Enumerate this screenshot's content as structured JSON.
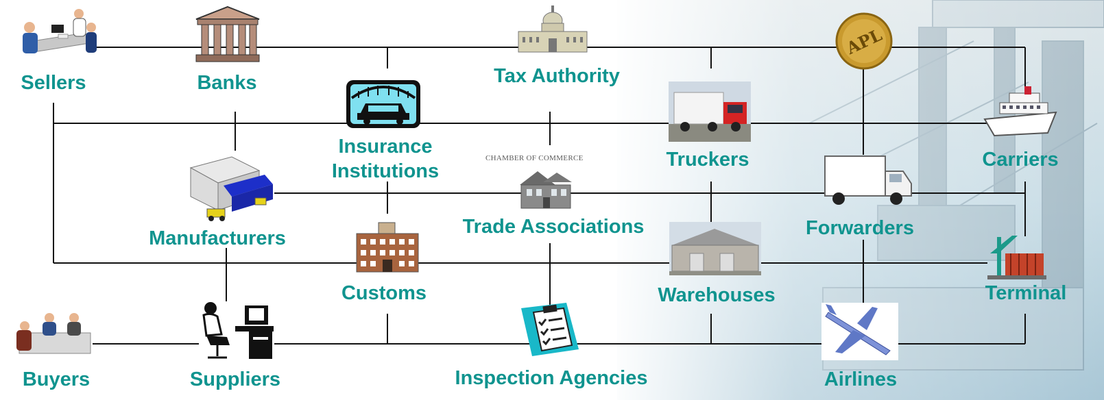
{
  "diagram": {
    "nodes": {
      "sellers": "Sellers",
      "banks": "Banks",
      "tax_authority": "Tax Authority",
      "insurance_line1": "Insurance",
      "insurance_line2": "Institutions",
      "truckers": "Truckers",
      "carriers": "Carriers",
      "manufacturers": "Manufacturers",
      "trade_associations": "Trade Associations",
      "forwarders": "Forwarders",
      "customs": "Customs",
      "warehouses": "Warehouses",
      "terminal": "Terminal",
      "buyers": "Buyers",
      "suppliers": "Suppliers",
      "inspection_agencies": "Inspection Agencies",
      "airlines": "Airlines"
    },
    "chamber_caption": "CHAMBER OF COMMERCE",
    "apl_logo_text": "APL"
  },
  "colors": {
    "label": "#10948f",
    "connector": "#111111",
    "background_port": "#b9cfd8"
  }
}
